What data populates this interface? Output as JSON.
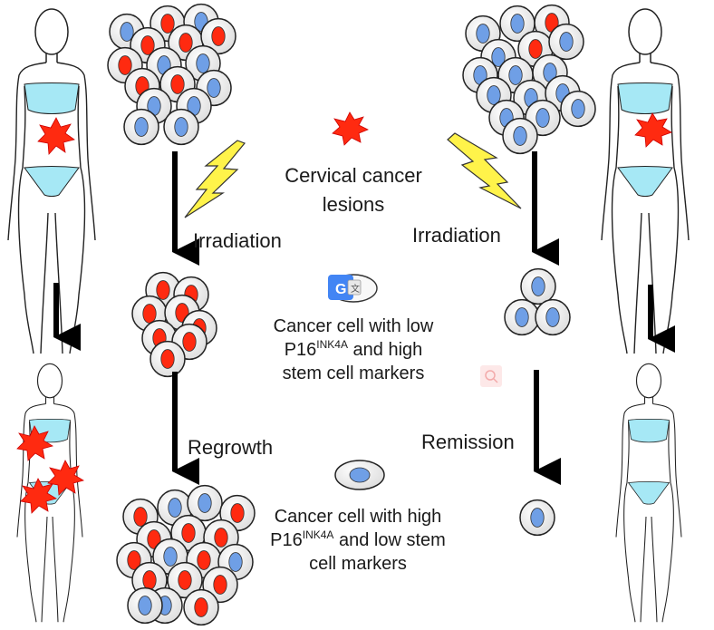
{
  "labels": {
    "cervical_line1": "Cervical cancer",
    "cervical_line2": "lesions",
    "irradiation_left": "Irradiation",
    "irradiation_right": "Irradiation",
    "regrowth": "Regrowth",
    "remission": "Remission",
    "low_p16": {
      "line1": "Cancer cell with low",
      "line2_prefix": "P16",
      "line2_sup": "INK4A",
      "line2_suffix": " and high",
      "line3": "stem cell markers"
    },
    "high_p16": {
      "line1": "Cancer cell with high",
      "line2_prefix": "P16",
      "line2_sup": "INK4A",
      "line2_suffix": " and low stem",
      "line3": "cell markers"
    }
  },
  "badge_letter": "G",
  "colors": {
    "cell_fill": "#f4f4f4",
    "nucleus_blue": "#6f9fe6",
    "nucleus_red": "#ff2a10",
    "lightning": "#fff34a",
    "swimsuit": "#a6e8f5",
    "arrow": "#000000"
  }
}
